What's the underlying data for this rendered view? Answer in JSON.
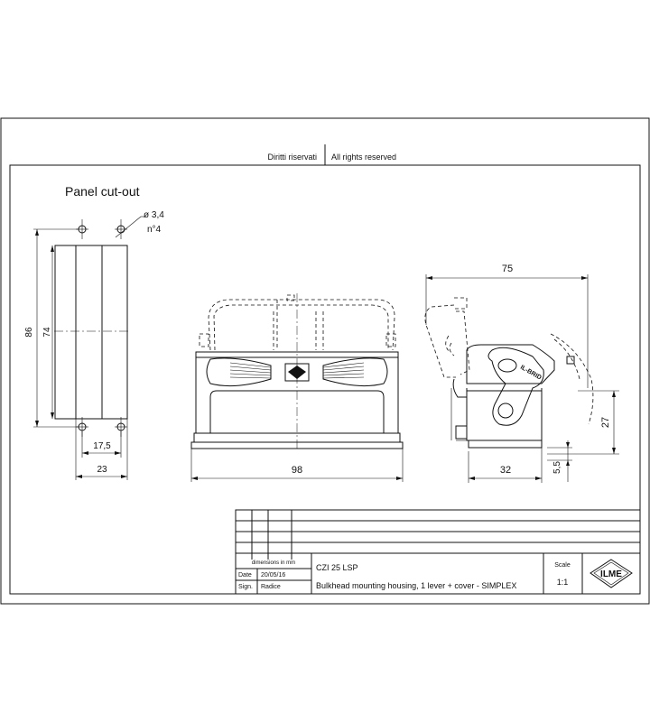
{
  "rights": {
    "it": "Diritti riservati",
    "en": "All rights reserved"
  },
  "panel": {
    "title": "Panel cut-out",
    "hole_diameter": "ø 3,4",
    "hole_count": "n°4",
    "dim_height_outer": "86",
    "dim_height_inner": "74",
    "dim_width_inner": "17,5",
    "dim_width_outer": "23"
  },
  "front_view": {
    "dim_width": "98"
  },
  "side_view": {
    "dim_total": "75",
    "dim_height": "27",
    "dim_base": "32",
    "dim_flange": "5,5",
    "lever_text": "IL-BRID"
  },
  "title_block": {
    "dimensions_label": "dimensions in mm",
    "date_label": "Date",
    "date_value": "20/05/16",
    "sign_label": "Sign.",
    "sign_value": "Radice",
    "code": "CZI 25 LSP",
    "description": "Bulkhead mounting housing, 1 lever + cover - SIMPLEX",
    "scale_label": "Scale",
    "scale_value": "1:1",
    "logo_text": "ILME"
  }
}
